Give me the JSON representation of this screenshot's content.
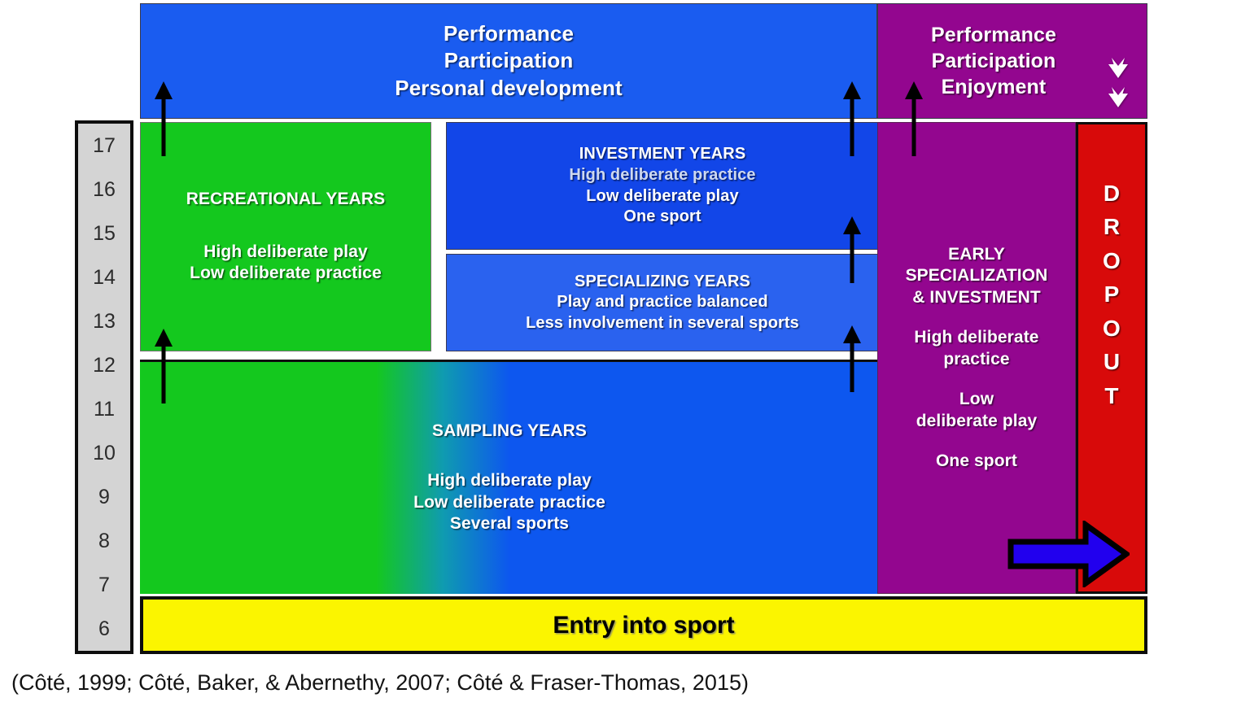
{
  "banners": {
    "blue": {
      "lines": [
        "Performance",
        "Participation",
        "Personal development"
      ]
    },
    "purple": {
      "lines": [
        "Performance",
        "Participation",
        "Enjoyment"
      ],
      "arrow_icon": "double-down-arrow-icon"
    }
  },
  "age_axis": {
    "name": "age-scale",
    "ticks": [
      "17",
      "16",
      "15",
      "14",
      "13",
      "12",
      "11",
      "10",
      "9",
      "8",
      "7",
      "6"
    ]
  },
  "blocks": {
    "recreational": {
      "title": "RECREATIONAL YEARS",
      "lines": [
        "High deliberate play",
        "Low deliberate practice"
      ],
      "color": "#14c81e"
    },
    "investment": {
      "title": "INVESTMENT YEARS",
      "line_dim": "High deliberate practice",
      "lines": [
        "Low deliberate play",
        "One sport"
      ],
      "color": "#1246e8"
    },
    "specializing": {
      "title": "SPECIALIZING YEARS",
      "lines": [
        "Play and practice balanced",
        "Less involvement in several sports"
      ],
      "color": "#2a62ef"
    },
    "sampling": {
      "title": "SAMPLING YEARS",
      "lines": [
        "High deliberate play",
        "Low deliberate practice",
        "Several sports"
      ],
      "color_start": "#14c81e",
      "color_end": "#0d57ef"
    },
    "early_specialization": {
      "title_lines": [
        "EARLY",
        "SPECIALIZATION",
        "& INVESTMENT"
      ],
      "group_a": [
        "High deliberate",
        "practice"
      ],
      "group_b": [
        "Low",
        "deliberate play"
      ],
      "group_c": [
        "One sport"
      ],
      "color": "#93068f"
    },
    "dropout": {
      "letters": [
        "D",
        "R",
        "O",
        "P",
        "O",
        "U",
        "T"
      ],
      "color": "#d80a0a"
    },
    "entry": {
      "label": "Entry into sport",
      "color": "#fbf500"
    }
  },
  "arrow_right": {
    "name": "dropout-arrow-icon",
    "color": "#2200ee"
  },
  "caption": "(Côté, 1999; Côté, Baker, & Abernethy, 2007; Côté & Fraser-Thomas, 2015)"
}
